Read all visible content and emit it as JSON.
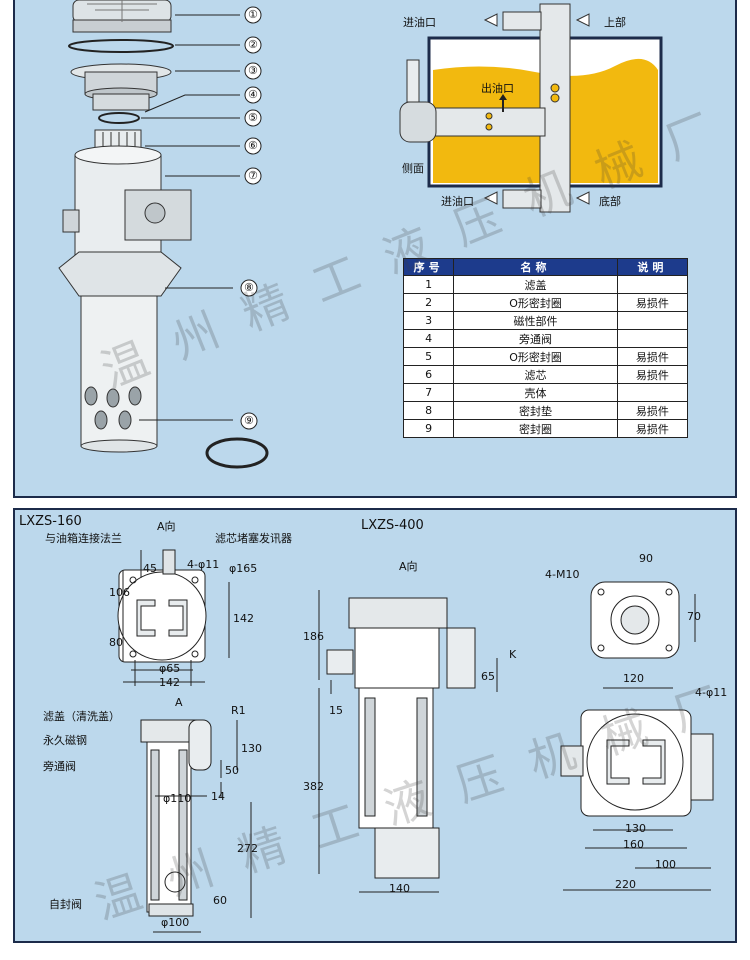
{
  "callouts": [
    "①",
    "②",
    "③",
    "④",
    "⑤",
    "⑥",
    "⑦",
    "⑧",
    "⑨"
  ],
  "schematic": {
    "inlet_top": "进油口",
    "top": "上部",
    "outlet": "出油口",
    "side": "侧面",
    "inlet_bottom": "进油口",
    "bottom": "底部"
  },
  "table": {
    "headers": [
      "序号",
      "名称",
      "说明"
    ],
    "rows": [
      {
        "no": "1",
        "name": "滤盖",
        "note": ""
      },
      {
        "no": "2",
        "name": "O形密封圈",
        "note": "易损件"
      },
      {
        "no": "3",
        "name": "磁性部件",
        "note": ""
      },
      {
        "no": "4",
        "name": "旁通阀",
        "note": ""
      },
      {
        "no": "5",
        "name": "O形密封圈",
        "note": "易损件"
      },
      {
        "no": "6",
        "name": "滤芯",
        "note": "易损件"
      },
      {
        "no": "7",
        "name": "壳体",
        "note": ""
      },
      {
        "no": "8",
        "name": "密封垫",
        "note": "易损件"
      },
      {
        "no": "9",
        "name": "密封圈",
        "note": "易损件"
      }
    ]
  },
  "lxzs160": {
    "model": "LXZS-160",
    "flange_label": "与油箱连接法兰",
    "a_dir_top": "A向",
    "sensor_label": "滤芯堵塞发讯器",
    "holes": "4-φ11",
    "dia165": "φ165",
    "d45": "45",
    "d106": "106",
    "d80": "80",
    "d142v": "142",
    "d65": "φ65",
    "d142h": "142",
    "a_dir_side": "A",
    "r1": "R1",
    "cover_label": "滤盖（清洗盖）",
    "magnet_label": "永久磁钢",
    "bypass_label": "旁通阀",
    "d130": "130",
    "d50": "50",
    "d14": "14",
    "d110": "φ110",
    "d272": "272",
    "d60": "60",
    "d100": "φ100",
    "selfseal_label": "自封阀"
  },
  "lxzs400": {
    "model": "LXZS-400",
    "a_dir": "A向",
    "d186": "186",
    "d15": "15",
    "d382": "382",
    "d65": "65",
    "k": "K",
    "d140": "140",
    "m10": "4-M10",
    "d90": "90",
    "d70": "70",
    "d120": "120",
    "holes": "4-φ11",
    "d130": "130",
    "d160": "160",
    "d100": "100",
    "d220": "220"
  },
  "watermark": "温州精工液压机械厂",
  "colors": {
    "panel": "#bcd8ec",
    "header": "#1d3b8c",
    "oil": "#f2b90f",
    "border": "#1c2b4a"
  }
}
